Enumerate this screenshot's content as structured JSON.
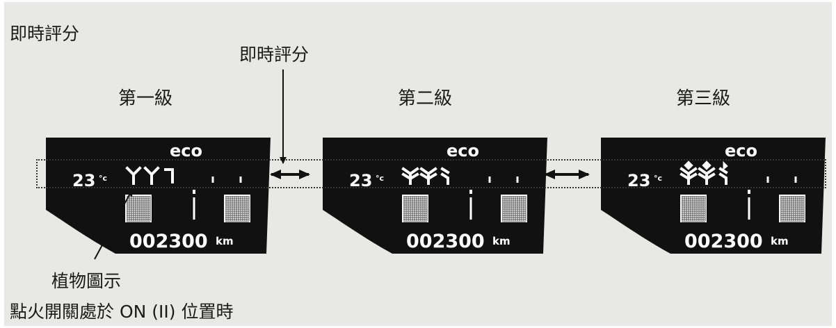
{
  "title": "即時評分",
  "arrow_label": "即時評分",
  "levels": [
    {
      "name": "第一級",
      "stage": 1
    },
    {
      "name": "第二級",
      "stage": 2
    },
    {
      "name": "第三級",
      "stage": 3
    }
  ],
  "display": {
    "mode": "eco",
    "temperature": "23",
    "temp_unit": "°c",
    "odometer": "002300",
    "odo_unit": "km"
  },
  "plant_icon_label": "植物圖示",
  "footer_note": "點火開關處於 ON (II) 位置時",
  "colors": {
    "background": "#e8e8e6",
    "panel": "#111111",
    "display_text": "#ffffff",
    "line": "#1a1a1a"
  }
}
